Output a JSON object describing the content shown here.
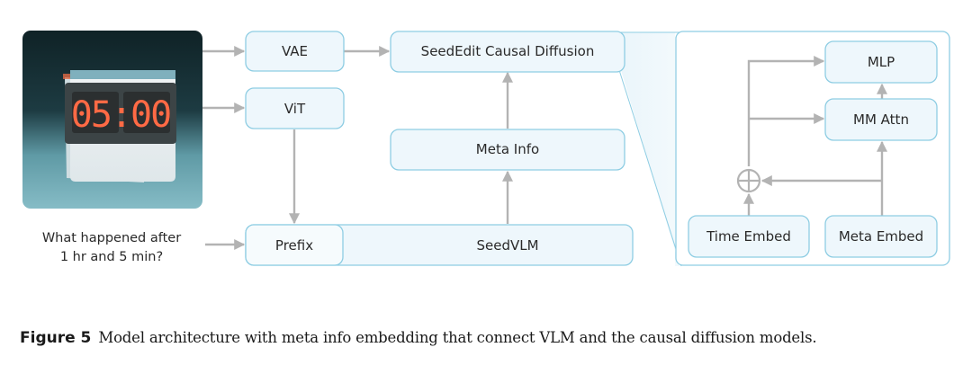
{
  "diagram": {
    "input_image": {
      "description": "digital clock",
      "clock_display": "05:00"
    },
    "prompt_text": {
      "line1": "What happened after",
      "line2": "1 hr and 5 min?"
    },
    "nodes": {
      "vae": "VAE",
      "vit": "ViT",
      "seededit": "SeedEdit Causal Diffusion",
      "meta_info": "Meta Info",
      "prefix": "Prefix",
      "seedvlm": "SeedVLM",
      "mlp": "MLP",
      "mm_attn": "MM Attn",
      "time_embed": "Time Embed",
      "meta_embed": "Meta Embed"
    },
    "edges": [
      {
        "from": "input_image",
        "to": "vae"
      },
      {
        "from": "input_image",
        "to": "vit"
      },
      {
        "from": "vae",
        "to": "seededit"
      },
      {
        "from": "vit",
        "to": "prefix"
      },
      {
        "from": "prompt_text",
        "to": "prefix"
      },
      {
        "from": "seedvlm",
        "to": "meta_info"
      },
      {
        "from": "meta_info",
        "to": "seededit"
      },
      {
        "from": "time_embed",
        "to": "add_op"
      },
      {
        "from": "meta_embed",
        "to": "add_op"
      },
      {
        "from": "meta_embed",
        "to": "mm_attn"
      },
      {
        "from": "add_op",
        "to": "mm_attn"
      },
      {
        "from": "add_op",
        "to": "mlp"
      },
      {
        "from": "mm_attn",
        "to": "mlp"
      }
    ],
    "add_operator_symbol": "⊕",
    "colors": {
      "box_fill": "#eef7fc",
      "box_stroke": "#8ecde3",
      "arrow": "#b3b3b3",
      "digit": "#ff6a45"
    }
  },
  "caption": {
    "label": "Figure 5",
    "text": "Model architecture with meta info embedding that connect VLM and the causal diffusion models."
  }
}
